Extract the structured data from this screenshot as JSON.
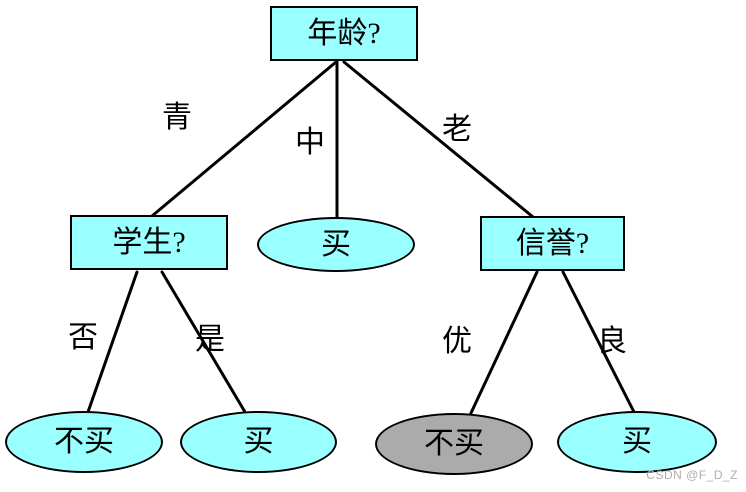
{
  "diagram_type": "decision-tree",
  "tree": {
    "root": {
      "label": "年龄?"
    },
    "branches": [
      {
        "edge_label": "青",
        "child": {
          "label": "学生?",
          "branches": [
            {
              "edge_label": "否",
              "child": {
                "label": "不买",
                "highlighted": false
              }
            },
            {
              "edge_label": "是",
              "child": {
                "label": "买",
                "highlighted": false
              }
            }
          ]
        }
      },
      {
        "edge_label": "中",
        "child": {
          "label": "买",
          "highlighted": false
        }
      },
      {
        "edge_label": "老",
        "child": {
          "label": "信誉?",
          "branches": [
            {
              "edge_label": "优",
              "child": {
                "label": "不买",
                "highlighted": true
              }
            },
            {
              "edge_label": "良",
              "child": {
                "label": "买",
                "highlighted": false
              }
            }
          ]
        }
      }
    ]
  },
  "colors": {
    "node_fill": "#99ffff",
    "highlight_fill": "#ababab",
    "stroke": "#000000",
    "background": "#ffffff",
    "watermark_text": "#b3acac"
  },
  "watermark": "CSDN @F_D_Z"
}
